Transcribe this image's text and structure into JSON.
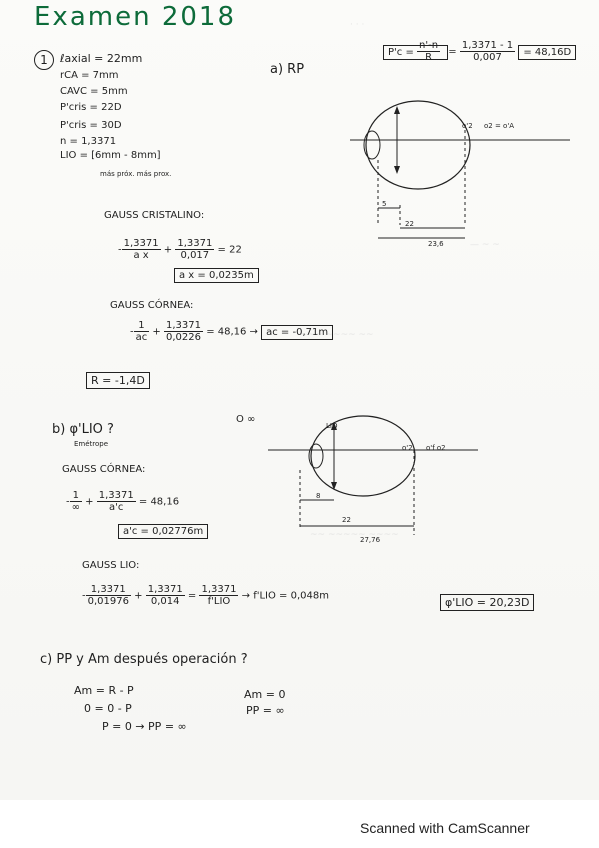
{
  "title": "Examen 2018",
  "problem_number": "1",
  "givens": {
    "axial": "ℓaxial = 22mm",
    "rca": "rCA = 7mm",
    "cavc": "CAVC = 5mm",
    "pcris": "P'cris = 22D",
    "pcris2": "P'cris = 30D",
    "n": "n = 1,3371",
    "lio": "LIO = [6mm - 8mm]",
    "lio_note": "más próx.   más prox."
  },
  "part_a": {
    "label": "a) RP",
    "formula_top_lhs": "P'c",
    "formula_top_frac_num": "n'-n",
    "formula_top_frac_den": "R",
    "formula_top_mid_num": "1,3371 - 1",
    "formula_top_mid_den": "0,007",
    "formula_top_result": "= 48,16D",
    "gauss_cristalino": "GAUSS CRISTALINO:",
    "eq1_a_num": "1,3371",
    "eq1_a_den": "a x",
    "eq1_b_num": "1,3371",
    "eq1_b_den": "0,017",
    "eq1_rhs": "= 22",
    "ax_result": "a x = 0,0235m",
    "gauss_cornea": "GAUSS CÓRNEA:",
    "eq2_a_num": "1",
    "eq2_a_den": "ac",
    "eq2_b_num": "1,3371",
    "eq2_b_den": "0,0226",
    "eq2_rhs": "= 48,16",
    "ac_result": "ac = -0,71m",
    "r_result": "R = -1,4D",
    "diagram_labels": {
      "o2": "o'2",
      "o2p": "o2 = o'A",
      "five": "5",
      "twentytwo": "22",
      "twentythreesix": "23,6"
    }
  },
  "part_b": {
    "label": "b) φ'LIO ?",
    "sublabel": "Emétrope",
    "o_inf": "O ∞",
    "gauss_cornea": "GAUSS CÓRNEA:",
    "eq3_a_num": "1",
    "eq3_a_den": "∞",
    "eq3_b_num": "1,3371",
    "eq3_b_den": "a'c",
    "eq3_rhs": "= 48,16",
    "ac_result": "a'c = 0,02776m",
    "gauss_lio": "GAUSS LIO:",
    "eq4_a_num": "1,3371",
    "eq4_a_den": "0,01976",
    "eq4_b_num": "1,3371",
    "eq4_b_den": "0,014",
    "eq4_c_num": "1,3371",
    "eq4_c_den": "f'LIO",
    "eq4_result": "f'LIO = 0,048m",
    "final_result": "φ'LIO = 20,23D",
    "diagram_labels": {
      "lio": "LIO",
      "o2": "o'2",
      "o2p": "o'f o2",
      "eight": "8",
      "twentytwo": "22",
      "twentysevensix": "27,76"
    }
  },
  "part_c": {
    "label": "c) PP y Am después operación ?",
    "line1": "Am = R - P",
    "line2": "0 = 0 - P",
    "line3": "P = 0  → PP = ∞",
    "r1": "Am = 0",
    "r2": "PP = ∞"
  },
  "footer": "Scanned with CamScanner"
}
